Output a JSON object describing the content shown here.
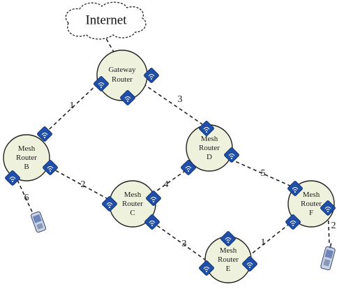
{
  "internet": {
    "label": "Internet"
  },
  "nodes": [
    {
      "id": "gateway",
      "line1": "Gateway",
      "line2": "Router"
    },
    {
      "id": "B",
      "line1": "Mesh",
      "line2": "Router",
      "line3": "B"
    },
    {
      "id": "C",
      "line1": "Mesh",
      "line2": "Router",
      "line3": "C"
    },
    {
      "id": "D",
      "line1": "Mesh",
      "line2": "Router",
      "line3": "D"
    },
    {
      "id": "E",
      "line1": "Mesh",
      "line2": "Router",
      "line3": "E"
    },
    {
      "id": "F",
      "line1": "Mesh",
      "line2": "Router",
      "line3": "F"
    }
  ],
  "links": [
    {
      "from": "gateway",
      "to": "B",
      "label": "1"
    },
    {
      "from": "gateway",
      "to": "D",
      "label": "3"
    },
    {
      "from": "B",
      "to": "C",
      "label": "2"
    },
    {
      "from": "C",
      "to": "D",
      "label": "4"
    },
    {
      "from": "D",
      "to": "F",
      "label": "5"
    },
    {
      "from": "C",
      "to": "E",
      "label": "3"
    },
    {
      "from": "E",
      "to": "F",
      "label": "1"
    },
    {
      "from": "B",
      "to": "client-left",
      "label": "6"
    },
    {
      "from": "F",
      "to": "client-right",
      "label": "2"
    }
  ],
  "icons": {
    "wifi": "wifi-router-icon",
    "phone": "mobile-phone-icon"
  },
  "colors": {
    "node_fill": "#eef1dc",
    "wifi_blue": "#1f4fa8"
  }
}
